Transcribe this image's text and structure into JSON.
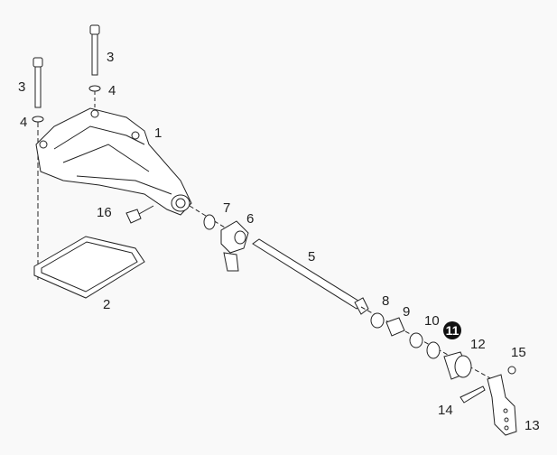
{
  "diagram": {
    "callouts": {
      "bolt_upper": "3",
      "bolt_left": "3",
      "washer_upper": "4",
      "washer_left": "4",
      "housing": "1",
      "gasket": "2",
      "shaft": "5",
      "joint": "6",
      "ring_7": "7",
      "ring_8": "8",
      "bushing_9": "9",
      "ring_10": "10",
      "highlighted": "11",
      "bushing_12": "12",
      "lever": "13",
      "pin": "14",
      "nut": "15",
      "plug": "16"
    },
    "highlight_color": "#111111"
  }
}
